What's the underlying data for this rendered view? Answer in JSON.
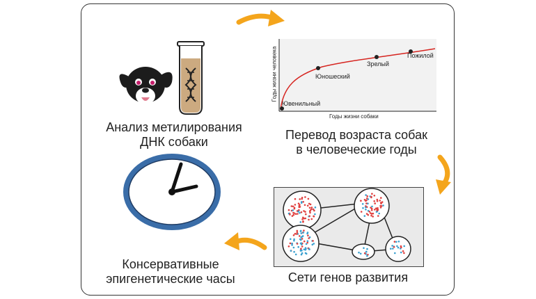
{
  "captions": {
    "methylation": [
      "Анализ метилирования",
      "ДНК собаки"
    ],
    "translation": [
      "Перевод возраста собак",
      "в человеческие годы"
    ],
    "networks": "Сети генов развития",
    "clock": [
      "Консервативные",
      "эпигенетические часы"
    ]
  },
  "chart_data": {
    "type": "line",
    "xlabel": "Годы жизни собаки",
    "ylabel": "Годы жизни человека",
    "points": [
      {
        "label": "Ювенильный"
      },
      {
        "label": "Юношеский"
      },
      {
        "label": "Зрелый"
      },
      {
        "label": "Пожилой"
      }
    ],
    "grid": false,
    "curve_shape": "logarithmic"
  },
  "colors": {
    "arrow": "#f4a51c",
    "curve": "#d6241f",
    "tube_fill": "#ccaa80",
    "clock_ring": "#3a6da8",
    "node_red": "#e0403f",
    "node_blue": "#3aa0d0"
  }
}
